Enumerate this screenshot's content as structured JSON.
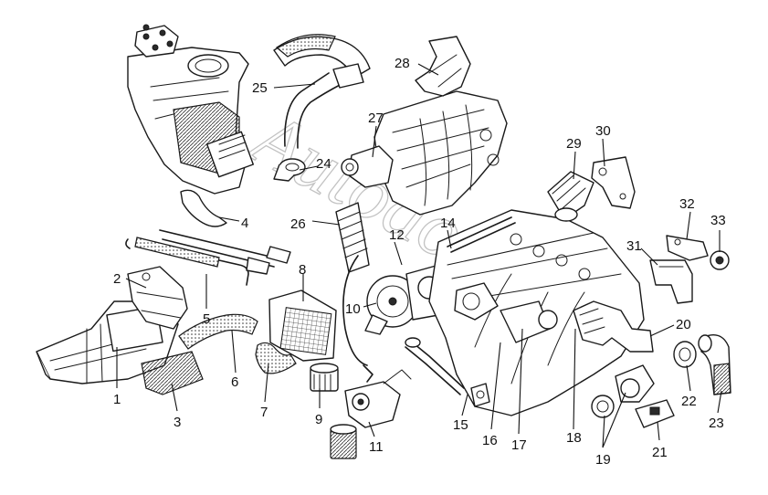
{
  "watermark": "Autodoc",
  "parts": [
    {
      "id": "1",
      "icon": "air-intake-duct-icon"
    },
    {
      "id": "2",
      "icon": "bracket-icon"
    },
    {
      "id": "3",
      "icon": "air-filter-element-icon"
    },
    {
      "id": "4",
      "icon": "hose-elbow-icon"
    },
    {
      "id": "5",
      "icon": "pipe-assembly-icon"
    },
    {
      "id": "6",
      "icon": "hose-icon"
    },
    {
      "id": "7",
      "icon": "hose-icon"
    },
    {
      "id": "8",
      "icon": "intercooler-icon"
    },
    {
      "id": "9",
      "icon": "oil-filter-icon"
    },
    {
      "id": "10",
      "icon": "turbocharger-icon"
    },
    {
      "id": "11",
      "icon": "filter-housing-icon"
    },
    {
      "id": "12",
      "icon": "fitting-icon"
    },
    {
      "id": "14",
      "icon": "dipstick-tube-icon"
    },
    {
      "id": "15",
      "icon": "oil-return-pipe-icon"
    },
    {
      "id": "16",
      "icon": "gasket-icon"
    },
    {
      "id": "17",
      "icon": "manifold-icon"
    },
    {
      "id": "18",
      "icon": "pipe-icon"
    },
    {
      "id": "19",
      "icon": "engine-mount-icon"
    },
    {
      "id": "20",
      "icon": "flexible-pipe-icon"
    },
    {
      "id": "21",
      "icon": "mount-bracket-icon"
    },
    {
      "id": "22",
      "icon": "bushing-icon"
    },
    {
      "id": "23",
      "icon": "elbow-pipe-icon"
    },
    {
      "id": "24",
      "icon": "clamp-icon"
    },
    {
      "id": "25",
      "icon": "intake-hose-icon"
    },
    {
      "id": "26",
      "icon": "corrugated-hose-icon"
    },
    {
      "id": "27",
      "icon": "throttle-body-icon"
    },
    {
      "id": "28",
      "icon": "bracket-icon"
    },
    {
      "id": "29",
      "icon": "corrugated-pipe-icon"
    },
    {
      "id": "30",
      "icon": "heat-shield-icon"
    },
    {
      "id": "31",
      "icon": "mount-bracket-icon"
    },
    {
      "id": "32",
      "icon": "bracket-icon"
    },
    {
      "id": "33",
      "icon": "bushing-icon"
    }
  ]
}
